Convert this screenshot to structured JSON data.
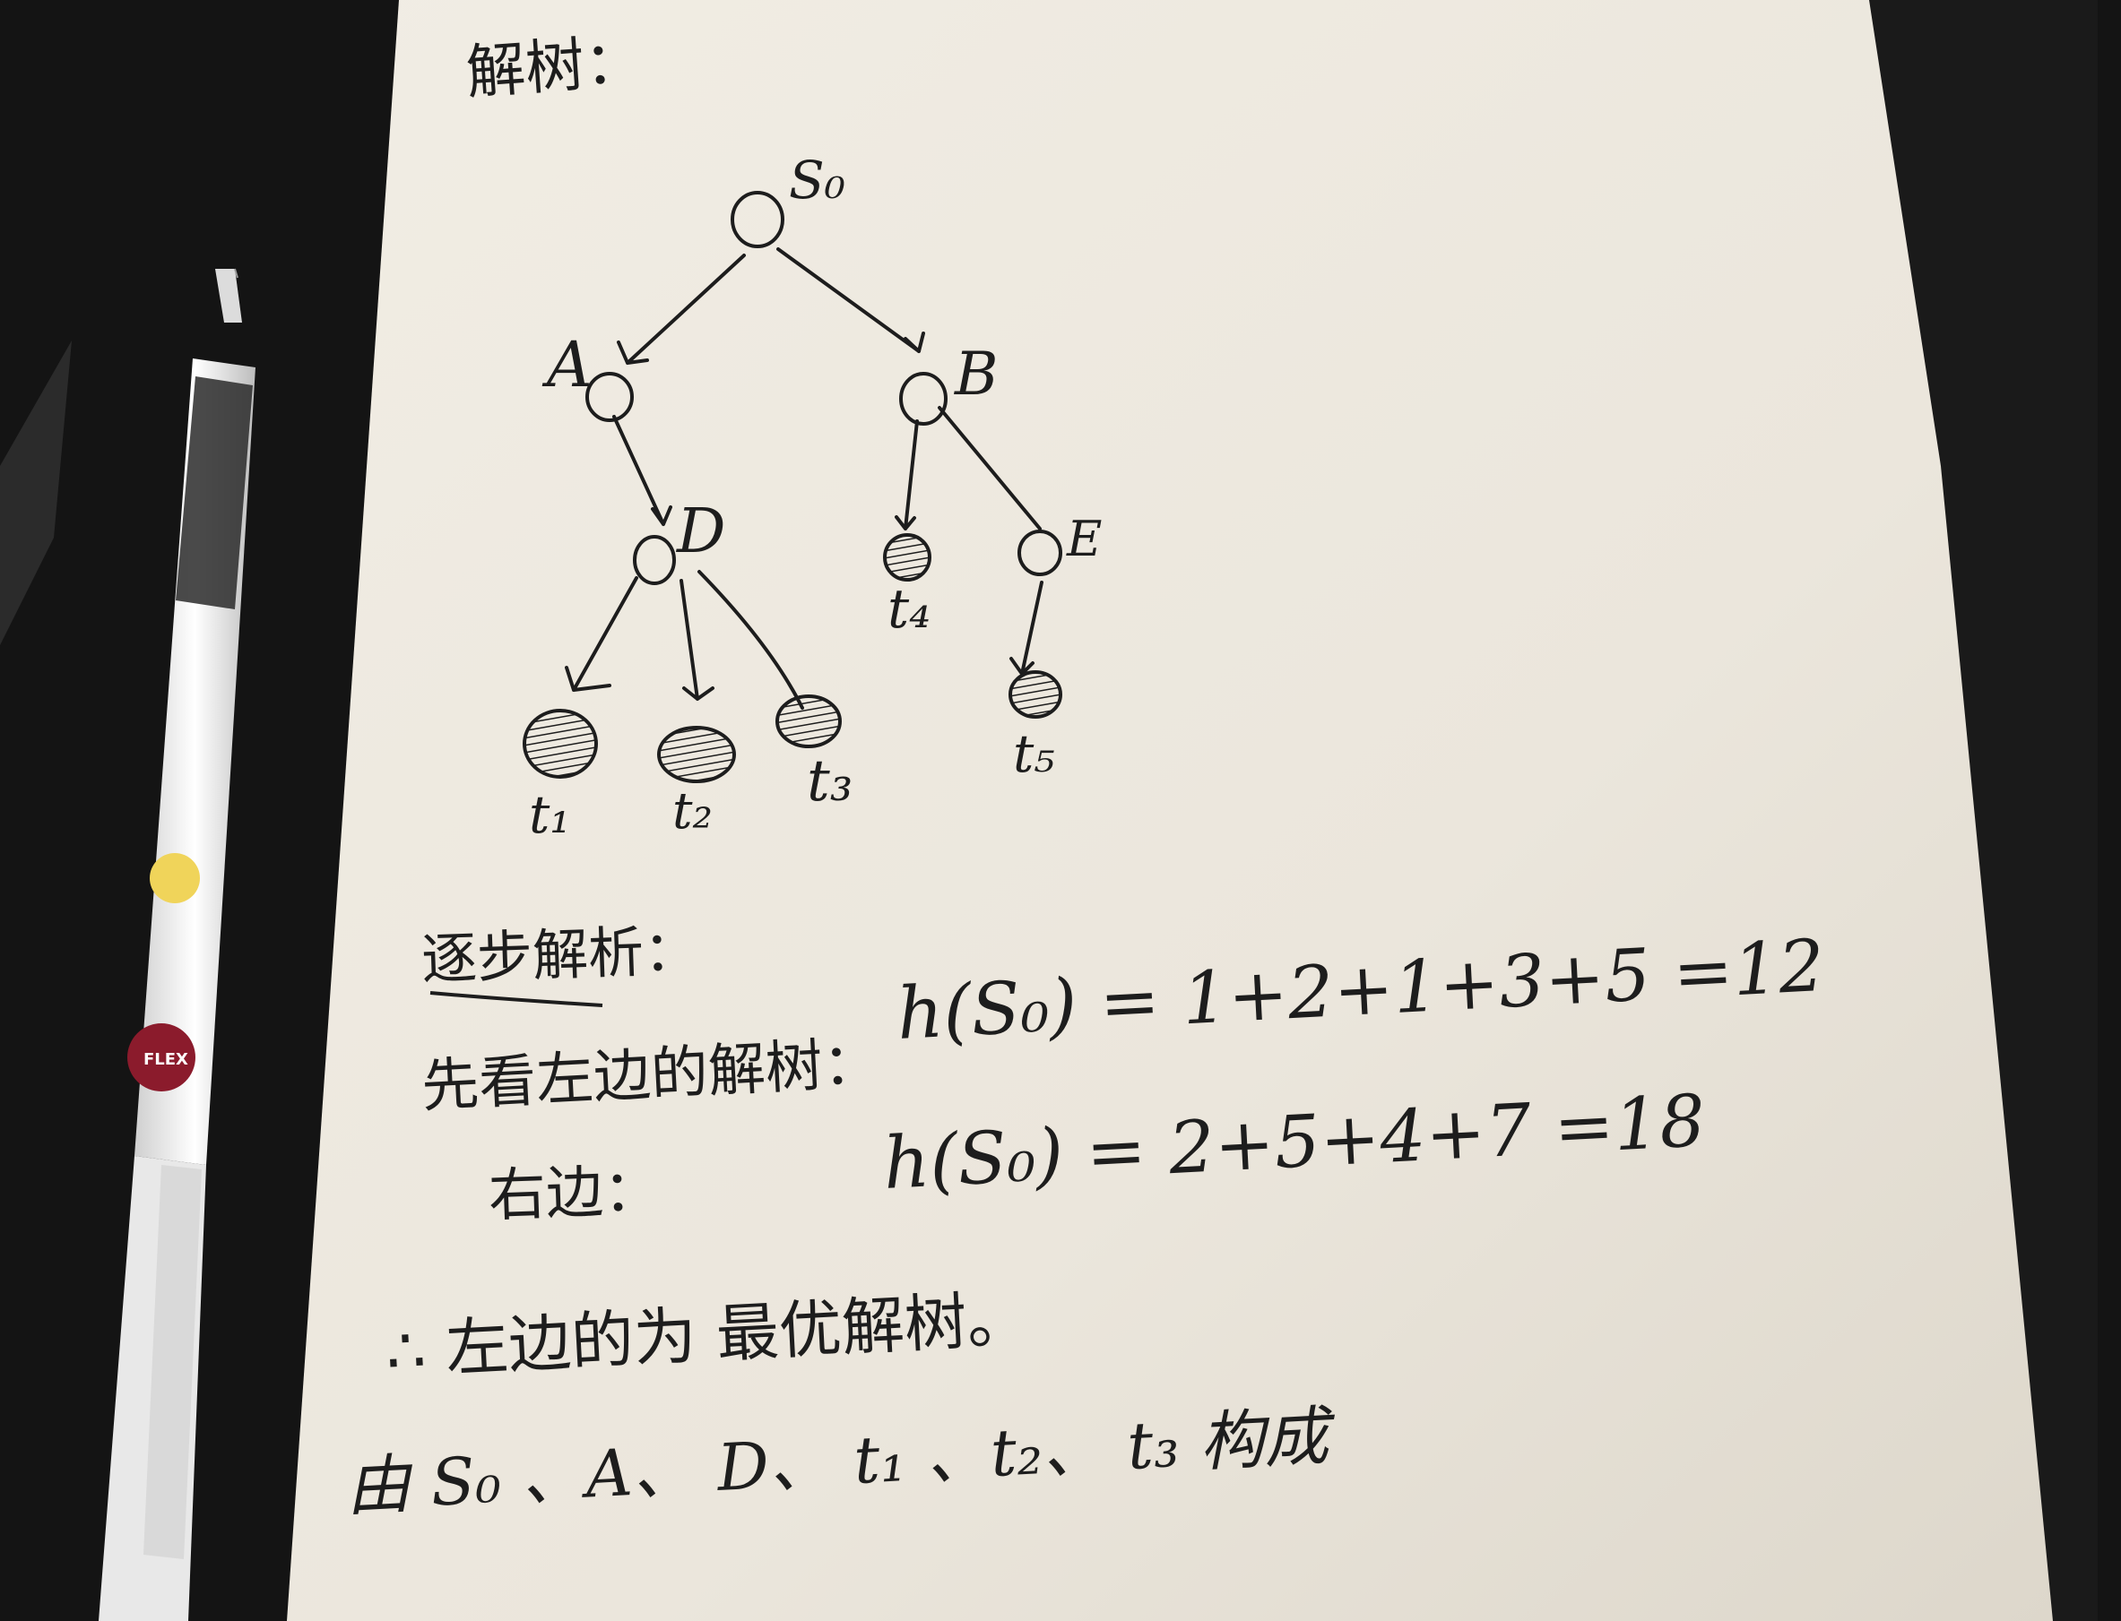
{
  "title": "解树：",
  "tree": {
    "nodes": [
      {
        "label": "S₀"
      },
      {
        "label": "A"
      },
      {
        "label": "B"
      },
      {
        "label": "D"
      },
      {
        "label": "E"
      },
      {
        "label": "t₁"
      },
      {
        "label": "t₂"
      },
      {
        "label": "t₃"
      },
      {
        "label": "t₄"
      },
      {
        "label": "t₅"
      }
    ]
  },
  "notes": {
    "heading": "逐步解析：",
    "left_label": "先看左边的解树：",
    "left_formula": "h(S₀) =  1+2+1+3+5 =12",
    "right_label": "右边：",
    "right_formula": "h(S₀) =  2+5+4+7 =18",
    "conclusion": "∴ 左边的为 最优解树。",
    "composition": "由 S₀ 、A、 D、 t₁ 、t₂、 t₃ 构成"
  },
  "colors": {
    "ink": "#1d1d1d",
    "paper": "#ece8df",
    "background": "#141414"
  }
}
